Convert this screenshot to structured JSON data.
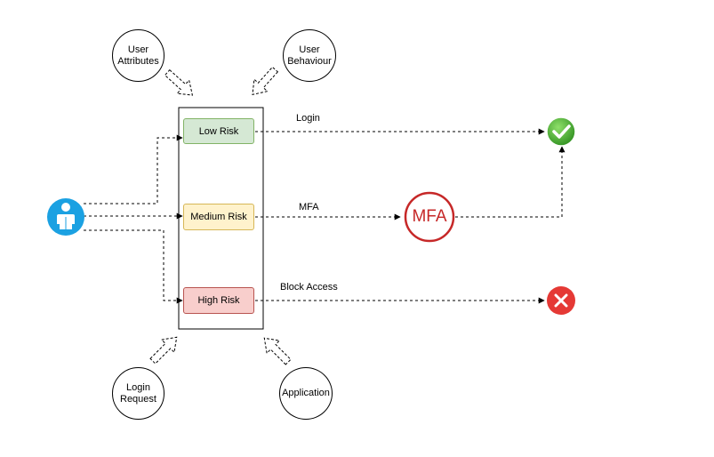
{
  "inputs": {
    "user_attributes": "User\nAttributes",
    "user_behaviour": "User\nBehaviour",
    "login_request": "Login\nRequest",
    "application": "Application"
  },
  "risk_levels": {
    "low": "Low Risk",
    "medium": "Medium Risk",
    "high": "High Risk"
  },
  "actions": {
    "login": "Login",
    "mfa": "MFA",
    "block": "Block Access"
  },
  "mfa_badge": "MFA",
  "colors": {
    "low_fill": "#d5e8d4",
    "low_stroke": "#82b366",
    "medium_fill": "#fff2cc",
    "medium_stroke": "#d6b656",
    "high_fill": "#f8cecc",
    "high_stroke": "#b85450",
    "user_icon": "#1ba1e2",
    "success": "#3fa629",
    "error": "#e53935",
    "mfa": "#c62828"
  }
}
